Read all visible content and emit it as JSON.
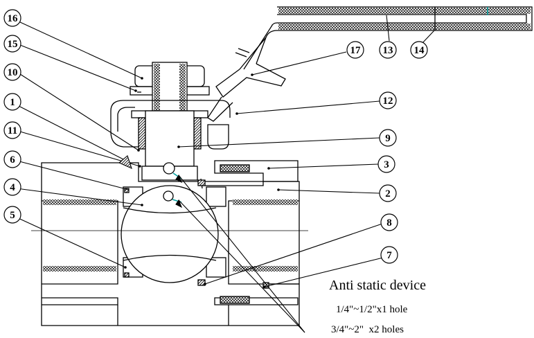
{
  "callouts": [
    {
      "id": "16",
      "label": "16"
    },
    {
      "id": "15",
      "label": "15"
    },
    {
      "id": "10",
      "label": "10"
    },
    {
      "id": "1",
      "label": "1"
    },
    {
      "id": "11",
      "label": "11"
    },
    {
      "id": "6",
      "label": "6"
    },
    {
      "id": "4",
      "label": "4"
    },
    {
      "id": "5",
      "label": "5"
    },
    {
      "id": "17",
      "label": "17"
    },
    {
      "id": "13",
      "label": "13"
    },
    {
      "id": "14",
      "label": "14"
    },
    {
      "id": "12",
      "label": "12"
    },
    {
      "id": "9",
      "label": "9"
    },
    {
      "id": "3",
      "label": "3"
    },
    {
      "id": "2",
      "label": "2"
    },
    {
      "id": "8",
      "label": "8"
    },
    {
      "id": "7",
      "label": "7"
    }
  ],
  "note": {
    "title": "Anti static device",
    "line1": "1/4\"~1/2\"x1 hole",
    "line2": "3/4\"~2\"  x2 holes"
  },
  "colors": {
    "line": "#000000",
    "accent": "#00a0a0"
  }
}
